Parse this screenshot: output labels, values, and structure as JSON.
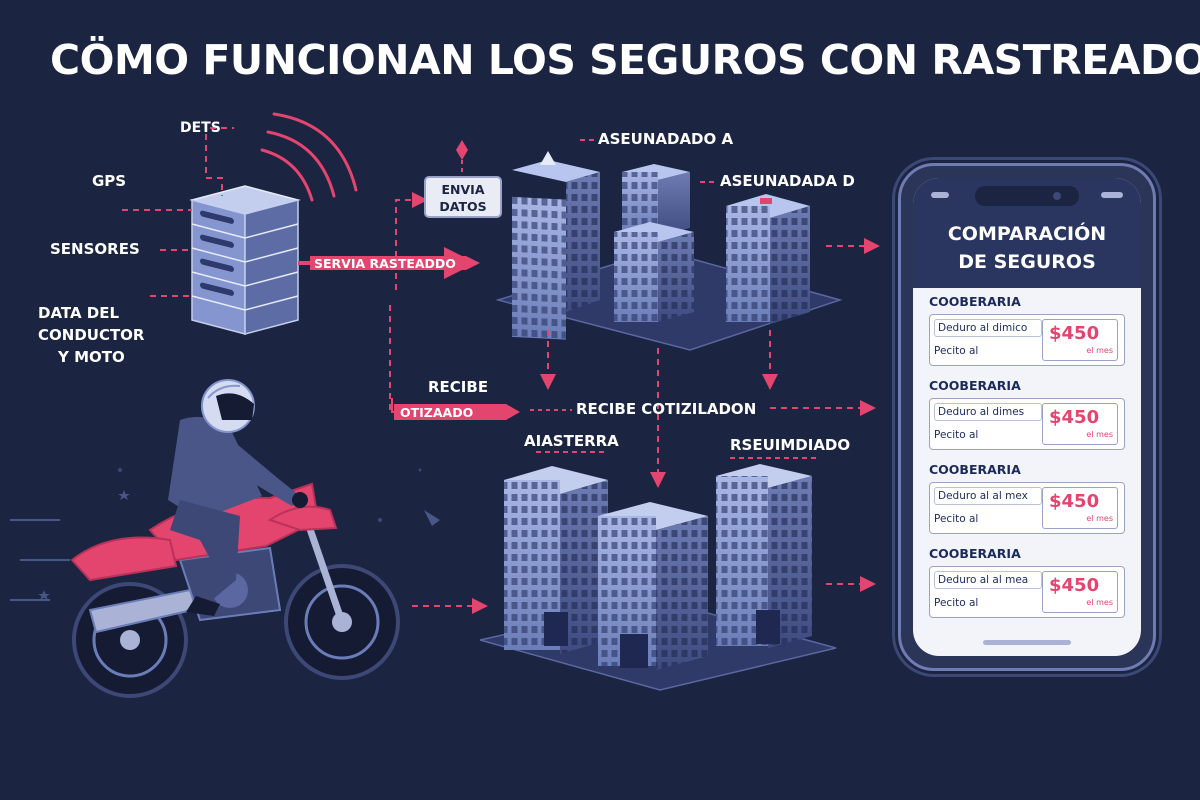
{
  "title": "CÖMO FUNCIONAN LOS SEGUROS CON RASTREADOR",
  "inputs": {
    "dets": "DETS",
    "gps": "GPS",
    "sensores": "SENSORES",
    "data_line1": "DATA DEL",
    "data_line2": "CONDUCTOR",
    "data_line3": "Y MOTO"
  },
  "flows": {
    "servia": "SERVIA RASTEADDO",
    "envia_line1": "ENVIA",
    "envia_line2": "DATOS",
    "recibe": "RECIBE",
    "otizaado": "OTIZAADO",
    "recibe_cotiz": "RECIBE COTIZILADON"
  },
  "insurers": {
    "top_a": "ASEUNADADO A",
    "top_b": "ASEUNADADA D",
    "bottom_a": "AIASTERRA",
    "bottom_b": "RSEUIMDIADO"
  },
  "phone": {
    "title_line1": "COMPARACIÓN",
    "title_line2": "DE SEGUROS",
    "sections": [
      {
        "title": "COOBERARIA",
        "line1": "Deduro al dimico",
        "line2": "Pecito al",
        "price": "$450",
        "price_sub": "el mes"
      },
      {
        "title": "COOBERARIA",
        "line1": "Deduro al dimes",
        "line2": "Pecito al",
        "price": "$450",
        "price_sub": "el mes"
      },
      {
        "title": "COOBERARIA",
        "line1": "Deduro al al mex",
        "line2": "Pecito al",
        "price": "$450",
        "price_sub": "el mes"
      },
      {
        "title": "COOBERARIA",
        "line1": "Deduro al al mea",
        "line2": "Pecito al",
        "price": "$450",
        "price_sub": "el mes"
      }
    ]
  },
  "colors": {
    "background": "#1b2440",
    "accent_pink": "#e4456f",
    "building_blue": "#7d8fcc",
    "phone_header": "#2a3560"
  },
  "icons": [
    "server-icon",
    "signal-waves-icon",
    "motorcycle-rider-icon",
    "office-building-icon",
    "smartphone-icon"
  ]
}
